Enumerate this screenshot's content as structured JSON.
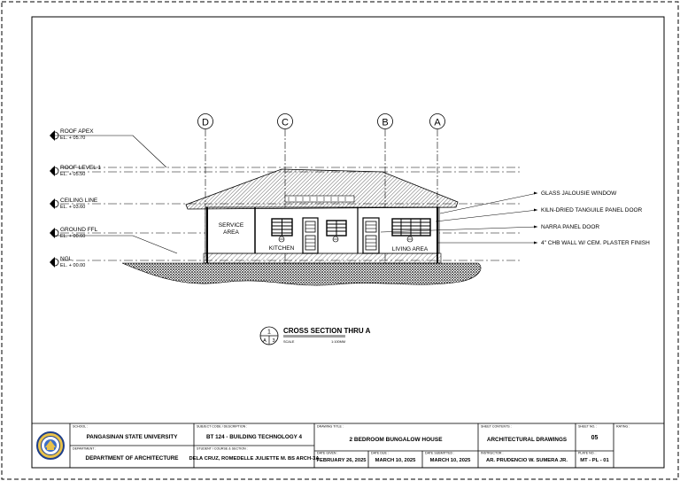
{
  "levels": [
    {
      "name": "ROOF APEX",
      "el": "EL. + 05.70"
    },
    {
      "name": "ROOF LEVEL 1",
      "el": "EL. + 05.50"
    },
    {
      "name": "CEILING LINE",
      "el": "EL. + 03.60"
    },
    {
      "name": "GROUND FFL",
      "el": "EL. + 00.60"
    },
    {
      "name": "NGL",
      "el": "EL. + 00.00"
    }
  ],
  "grid_marks": [
    "D",
    "C",
    "B",
    "A"
  ],
  "rooms": {
    "service": [
      "SERVICE",
      "AREA"
    ],
    "kitchen": "KITCHEN",
    "living": "LIVING AREA"
  },
  "callouts": [
    "GLASS JALOUSIE WINDOW",
    "KILN-DRIED TANGUILE PANEL DOOR",
    "NARRA PANEL DOOR",
    "4\" CHB WALL W/ CEM. PLASTER FINISH"
  ],
  "section": {
    "title": "CROSS SECTION THRU A",
    "number": "1",
    "sheet_a": "A",
    "sheet_b": "3",
    "scale_left": "SCALE",
    "scale_right": "1:100MM"
  },
  "title_block": {
    "school_label": "SCHOOL :",
    "school": "PANGASINAN STATE UNIVERSITY",
    "department_label": "DEPARTMENT :",
    "department": "DEPARTMENT OF ARCHITECTURE",
    "subject_label": "SUBJECT CODE / DESCRIPTION :",
    "subject": "BT 124 - BUILDING TECHNOLOGY 4",
    "student_label": "STUDENT / COURSE & SECTION :",
    "student": "DELA CRUZ, ROMEDELLE JULIETTE M. BS ARCH-3A",
    "drawing_title_label": "DRAWING TITLE :",
    "drawing_title": "2 BEDROOM BUNGALOW HOUSE",
    "date_given_label": "DATE GIVEN :",
    "date_given": "FEBRUARY 26, 2025",
    "date_due_label": "DATE DUE :",
    "date_due": "MARCH 10, 2025",
    "date_submitted_label": "DATE SUBMITTED :",
    "date_submitted": "MARCH 10, 2025",
    "sheet_contents_label": "SHEET CONTENTS :",
    "sheet_contents": "ARCHITECTURAL DRAWINGS",
    "instructor_label": "INSTRUCTOR :",
    "instructor": "AR. PRUDENCIO W. SUMERA JR.",
    "sheet_no_label": "SHEET NO. :",
    "sheet_no": "05",
    "plate_no_label": "PLATE NO. :",
    "plate_no": "MT - PL - 01",
    "rating_label": "RATING :"
  }
}
